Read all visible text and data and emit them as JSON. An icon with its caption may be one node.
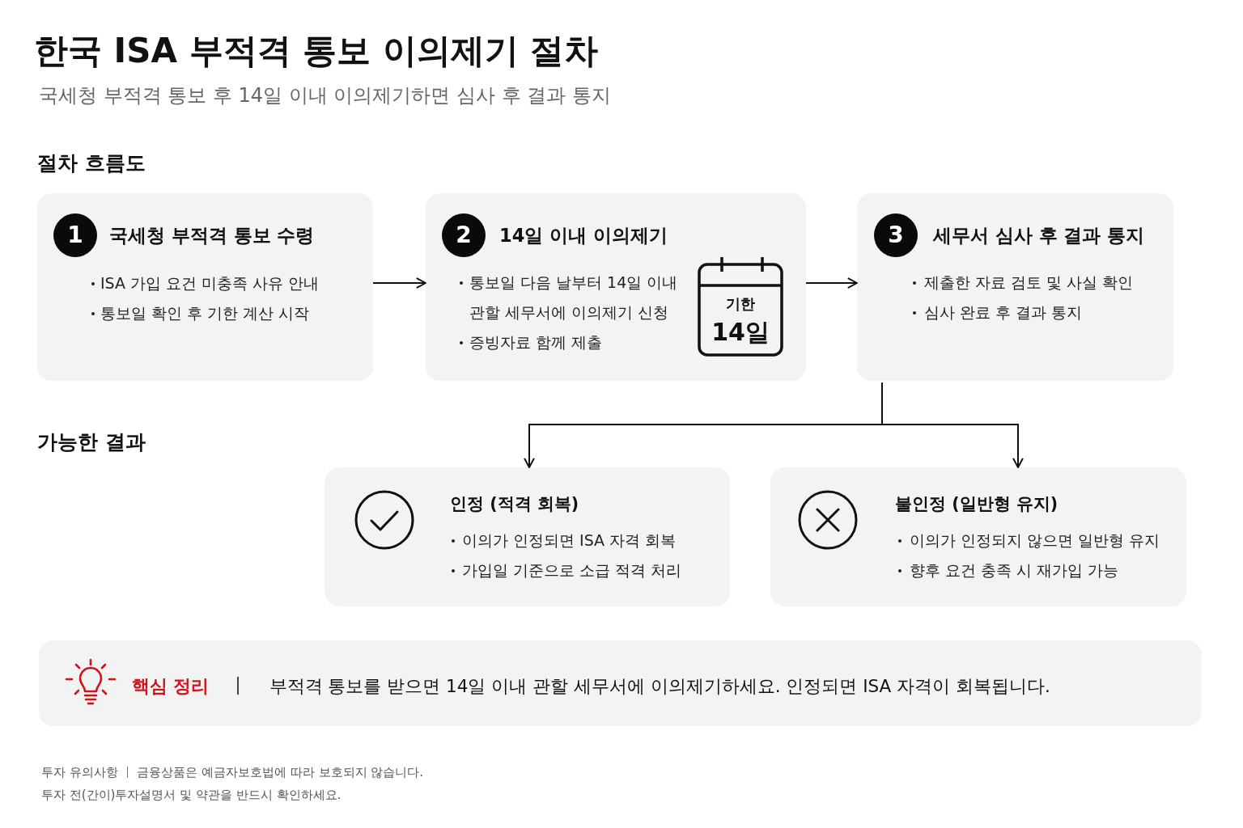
{
  "diagram": {
    "title": "한국 ISA 부적격 통보 이의제기 절차",
    "nodes": [
      {
        "text": [
          "국세청 부적격 통보 수령",
          "ISA 가입 요건 미충족 사유 안내",
          "통보일 확인 후 기한 계산 시작"
        ]
      },
      {
        "text": [
          "1"
        ],
        "in": 0
      },
      {
        "text": [
          "14일 이내 이의제기",
          "통보일 다음 날부터 14일 이내 관할 세무서에 이의제기 신청",
          "증빙자료 함께 제출"
        ]
      },
      {
        "text": [
          "2"
        ],
        "in": 2
      },
      {
        "text": [
          "기한",
          "14일"
        ],
        "in": 2
      },
      {
        "text": [
          "세무서 심사 후 결과 통지",
          "제출한 자료 검토 및 사실 확인",
          "심사 완료 후 결과 통지"
        ]
      },
      {
        "text": [
          "3"
        ],
        "in": 5
      },
      {
        "text": [
          "인정 (적격 회복)",
          "이의가 인정되면 ISA 자격 회복",
          "가입일 기준으로 소급 적격 처리"
        ]
      },
      {
        "text": [
          "불인정 (일반형 유지)",
          "이의가 인정되지 않으면 일반형 유지",
          "향후 요건 충족 시 재가입 가능"
        ]
      },
      {
        "text": [
          "핵심 정리",
          "부적격 통보를 받으면 14일 이내 관할 세무서에 이의제기하세요. 인정되면 ISA 자격이 회복됩니다."
        ]
      }
    ],
    "edges": [
      {
        "from": 0,
        "to": 2,
        "arrow": "to"
      },
      {
        "from": 2,
        "to": 5,
        "arrow": "to"
      },
      {
        "from": 5,
        "to": 7,
        "arrow": "to"
      },
      {
        "from": 5,
        "to": 8,
        "arrow": "to"
      }
    ],
    "labels": [
      "국세청 부적격 통보 후 14일 이내 이의제기하면 심사 후 결과 통지",
      "절차 흐름도",
      "가능한 결과",
      "투자 유의사항",
      "금융상품은 예금자보호법에 따라 보호되지 않습니다.",
      "투자 전(간이)투자설명서 및 약관을 반드시 확인하세요."
    ]
  }
}
